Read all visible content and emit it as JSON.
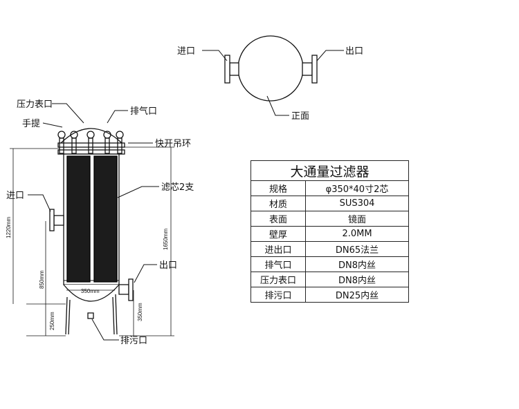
{
  "top_view": {
    "inlet": "进口",
    "outlet": "出口",
    "front": "正面"
  },
  "side_view": {
    "pressure_gauge_port": "压力表口",
    "handle": "手提",
    "vent": "排气口",
    "quick_ring": "快开吊环",
    "inlet": "进口",
    "cartridge": "滤芯2支",
    "outlet": "出口",
    "drain": "排污口",
    "dims": {
      "total_height": "1650mm",
      "inlet_height": "1220mm",
      "outlet_height": "850mm",
      "leg_height": "250mm",
      "drain_height": "350mm",
      "width": "350mm"
    }
  },
  "spec_table": {
    "title": "大通量过滤器",
    "rows": [
      {
        "key": "规格",
        "value": "φ350*40寸2芯"
      },
      {
        "key": "材质",
        "value": "SUS304"
      },
      {
        "key": "表面",
        "value": "镜面"
      },
      {
        "key": "壁厚",
        "value": "2.0MM"
      },
      {
        "key": "进出口",
        "value": "DN65法兰"
      },
      {
        "key": "排气口",
        "value": "DN8内丝"
      },
      {
        "key": "压力表口",
        "value": "DN8内丝"
      },
      {
        "key": "排污口",
        "value": "DN25内丝"
      }
    ]
  }
}
